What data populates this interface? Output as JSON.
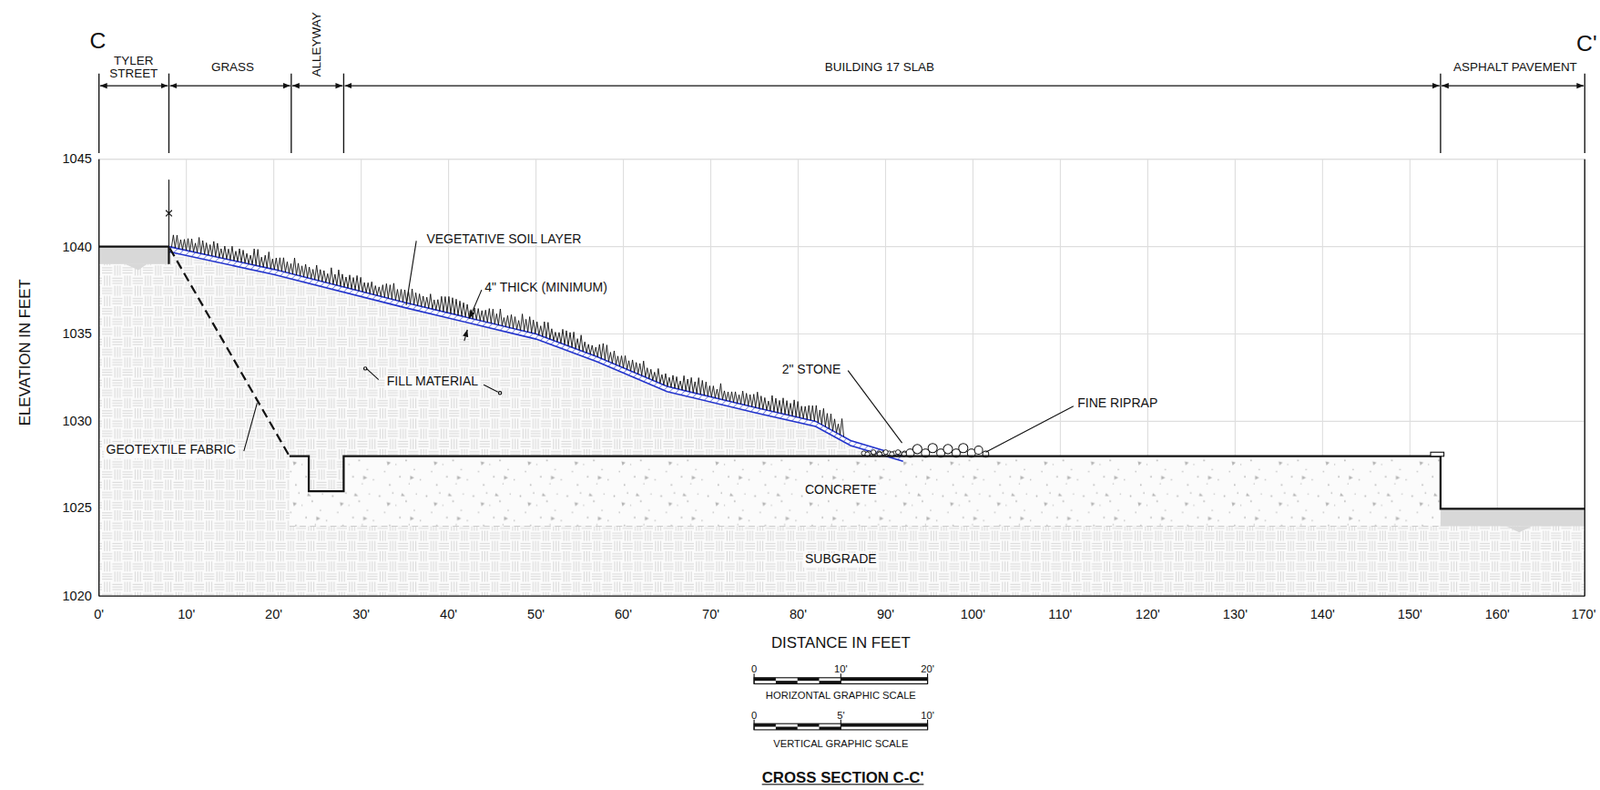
{
  "diagram": {
    "title": "CROSS SECTION C-C'",
    "labels": [
      "C",
      "C'",
      "TYLER STREET",
      "GRASS",
      "ALLEYWAY",
      "BUILDING 17 SLAB",
      "ASPHALT PAVEMENT",
      "1045",
      "1040",
      "1035",
      "1030",
      "1025",
      "1020",
      "ELEVATION IN FEET",
      "0'",
      "10'",
      "20'",
      "30'",
      "40'",
      "50'",
      "60'",
      "70'",
      "80'",
      "90'",
      "100'",
      "110'",
      "120'",
      "130'",
      "140'",
      "150'",
      "160'",
      "170'",
      "VEGETATIVE SOIL LAYER",
      "4\" THICK (MINIMUM)",
      "FILL MATERIAL",
      "2\" STONE",
      "FINE RIPRAP",
      "GEOTEXTILE FABRIC",
      "CONCRETE",
      "SUBGRADE",
      "DISTANCE IN FEET",
      "0",
      "10'",
      "20'",
      "HORIZONTAL GRAPHIC SCALE",
      "0",
      "5'",
      "10'",
      "VERTICAL GRAPHIC SCALE"
    ]
  }
}
